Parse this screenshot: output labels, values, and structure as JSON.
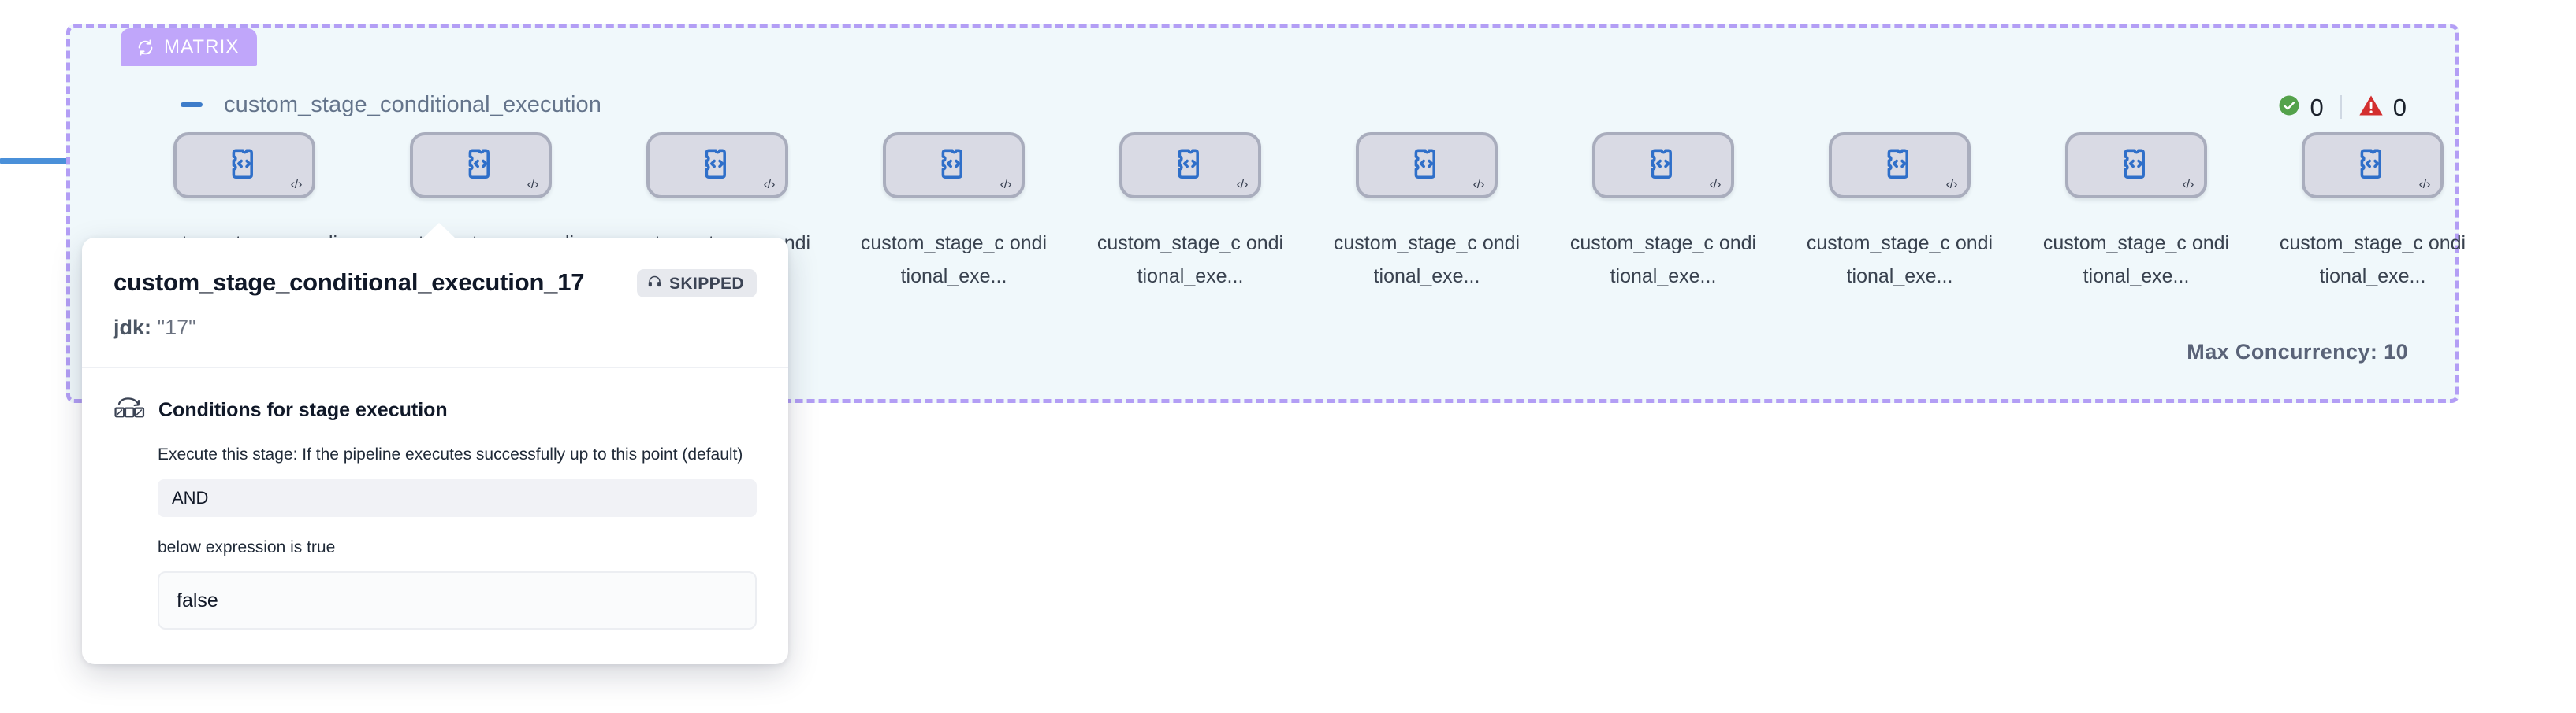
{
  "matrix": {
    "badge_label": "MATRIX",
    "badge_icon": "loop-icon",
    "badge_color": "#c0a6fa",
    "border_color": "#b39ef5",
    "background_color": "#f0f8fb",
    "group_title": "custom_stage_conditional_execution",
    "collapse_icon": "minus-icon",
    "max_concurrency_label": "Max Concurrency: 10"
  },
  "status": {
    "success_icon": "check-circle-icon",
    "success_count": "0",
    "warning_icon": "warning-triangle-icon",
    "warning_count": "0",
    "success_color": "#54a24b",
    "warning_color": "#d32f2f"
  },
  "nodes": [
    {
      "label": "custom_stage_c onditional_exe...",
      "icon": "code-puzzle-icon",
      "badge_icon": "code-brackets-icon"
    },
    {
      "label": "custom_stage_c onditional_exe...",
      "icon": "code-puzzle-icon",
      "badge_icon": "code-brackets-icon"
    },
    {
      "label": "custom_stage_c onditional_exe...",
      "icon": "code-puzzle-icon",
      "badge_icon": "code-brackets-icon"
    },
    {
      "label": "custom_stage_c onditional_exe...",
      "icon": "code-puzzle-icon",
      "badge_icon": "code-brackets-icon"
    },
    {
      "label": "custom_stage_c onditional_exe...",
      "icon": "code-puzzle-icon",
      "badge_icon": "code-brackets-icon"
    },
    {
      "label": "custom_stage_c onditional_exe...",
      "icon": "code-puzzle-icon",
      "badge_icon": "code-brackets-icon"
    },
    {
      "label": "custom_stage_c onditional_exe...",
      "icon": "code-puzzle-icon",
      "badge_icon": "code-brackets-icon"
    },
    {
      "label": "custom_stage_c onditional_exe...",
      "icon": "code-puzzle-icon",
      "badge_icon": "code-brackets-icon"
    },
    {
      "label": "custom_stage_c onditional_exe...",
      "icon": "code-puzzle-icon",
      "badge_icon": "code-brackets-icon"
    },
    {
      "label": "custom_stage_c onditional_exe...",
      "icon": "code-puzzle-icon",
      "badge_icon": "code-brackets-icon"
    }
  ],
  "tooltip": {
    "title": "custom_stage_conditional_execution_17",
    "status_label": "SKIPPED",
    "status_icon": "skipped-icon",
    "matrix_key": "jdk:",
    "matrix_value": "\"17\"",
    "section_icon": "conditional-flow-icon",
    "section_title": "Conditions for stage execution",
    "description": "Execute this stage: If the pipeline executes successfully up to this point (default)",
    "operator": "AND",
    "description2": "below expression is true",
    "expression": "false"
  }
}
